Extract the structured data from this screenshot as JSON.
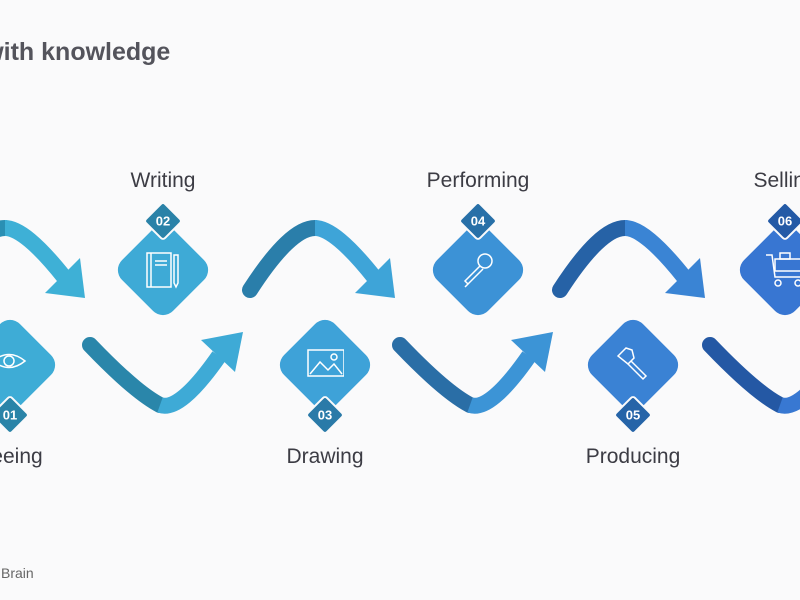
{
  "title": "g with knowledge",
  "footer": "l Brain",
  "steps": [
    {
      "num": "01",
      "label": "Seeing",
      "icon": "eye-icon",
      "color": "#3eacd6",
      "badge": "#2a84a8"
    },
    {
      "num": "02",
      "label": "Writing",
      "icon": "notebook-pencil-icon",
      "color": "#3eaad6",
      "badge": "#2a82a8"
    },
    {
      "num": "03",
      "label": "Drawing",
      "icon": "image-icon",
      "color": "#3ea2d8",
      "badge": "#2a7aa8"
    },
    {
      "num": "04",
      "label": "Performing",
      "icon": "microphone-icon",
      "color": "#3c92d6",
      "badge": "#2870a8"
    },
    {
      "num": "05",
      "label": "Producing",
      "icon": "hammer-icon",
      "color": "#3a82d4",
      "badge": "#2664a8"
    },
    {
      "num": "06",
      "label": "Selling",
      "icon": "shopping-cart-icon",
      "color": "#3876d2",
      "badge": "#245aa6"
    }
  ],
  "arrows": [
    {
      "light": "#3eb0d6",
      "dark": "#2a8fb3"
    },
    {
      "light": "#3eaad6",
      "dark": "#2a86aa"
    },
    {
      "light": "#3ea4d8",
      "dark": "#2a7eaa"
    },
    {
      "light": "#3c94d6",
      "dark": "#2a6ea6"
    },
    {
      "light": "#3a84d4",
      "dark": "#2662a6"
    },
    {
      "light": "#3878d2",
      "dark": "#2458a4"
    }
  ]
}
